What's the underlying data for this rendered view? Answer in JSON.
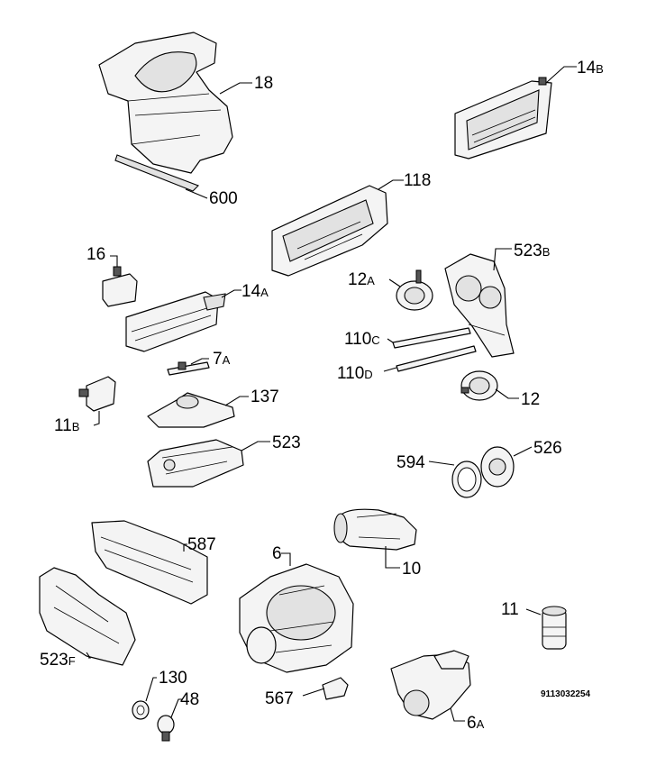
{
  "labels": {
    "l18": "18",
    "l600": "600",
    "l14b": "14",
    "l14b_sub": "B",
    "l118": "118",
    "l16": "16",
    "l14a": "14",
    "l14a_sub": "A",
    "l12a": "12",
    "l12a_sub": "A",
    "l523b": "523",
    "l523b_sub": "B",
    "l110c": "110",
    "l110c_sub": "C",
    "l110d": "110",
    "l110d_sub": "D",
    "l7a": "7",
    "l7a_sub": "A",
    "l137": "137",
    "l12": "12",
    "l11b": "11",
    "l11b_sub": "B",
    "l523": "523",
    "l594": "594",
    "l526": "526",
    "l587": "587",
    "l6": "6",
    "l10": "10",
    "l523f": "523",
    "l523f_sub": "F",
    "l11": "11",
    "l130": "130",
    "l48": "48",
    "l567": "567",
    "l6a": "6",
    "l6a_sub": "A",
    "diagram_code": "9113032254"
  }
}
